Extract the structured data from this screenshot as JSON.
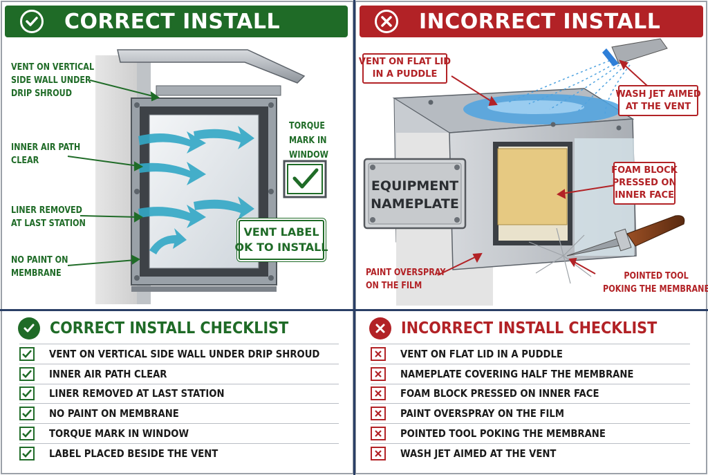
{
  "colors": {
    "green": "#1f6b27",
    "red": "#b22226",
    "navy": "#2a3f66"
  },
  "left": {
    "header": "CORRECT INSTALL",
    "header_icon": "check-circle-icon",
    "callouts": {
      "vent_wall": "VENT ON VERTICAL\nSIDE WALL UNDER\nDRIP SHROUD",
      "air_path": "INNER AIR PATH\nCLEAR",
      "liner": "LINER REMOVED\nAT LAST STATION",
      "paint": "NO PAINT ON\nMEMBRANE",
      "torque": "TORQUE\nMARK IN\nWINDOW",
      "label_box": "VENT LABEL\nOK TO INSTALL"
    },
    "checklist_title": "CORRECT INSTALL CHECKLIST",
    "checklist": [
      "VENT ON VERTICAL SIDE WALL UNDER DRIP SHROUD",
      "INNER AIR PATH CLEAR",
      "LINER REMOVED AT LAST STATION",
      "NO PAINT ON MEMBRANE",
      "TORQUE MARK IN WINDOW",
      "LABEL PLACED BESIDE THE VENT"
    ]
  },
  "right": {
    "header": "INCORRECT INSTALL",
    "header_icon": "x-circle-icon",
    "callouts": {
      "puddle": "VENT ON FLAT LID\nIN A PUDDLE",
      "wash": "WASH JET AIMED\nAT THE VENT",
      "foam": "FOAM BLOCK\nPRESSED ON\nINNER FACE",
      "paint": "PAINT OVERSPRAY\nON THE FILM",
      "tool": "POINTED TOOL\nPOKING THE MEMBRANE"
    },
    "nameplate": "EQUIPMENT\nNAMEPLATE",
    "checklist_title": "INCORRECT INSTALL CHECKLIST",
    "checklist": [
      "VENT ON FLAT LID IN A PUDDLE",
      "NAMEPLATE COVERING HALF THE MEMBRANE",
      "FOAM BLOCK PRESSED ON INNER FACE",
      "PAINT OVERSPRAY ON THE FILM",
      "POINTED TOOL POKING THE MEMBRANE",
      "WASH JET AIMED AT THE VENT"
    ]
  }
}
